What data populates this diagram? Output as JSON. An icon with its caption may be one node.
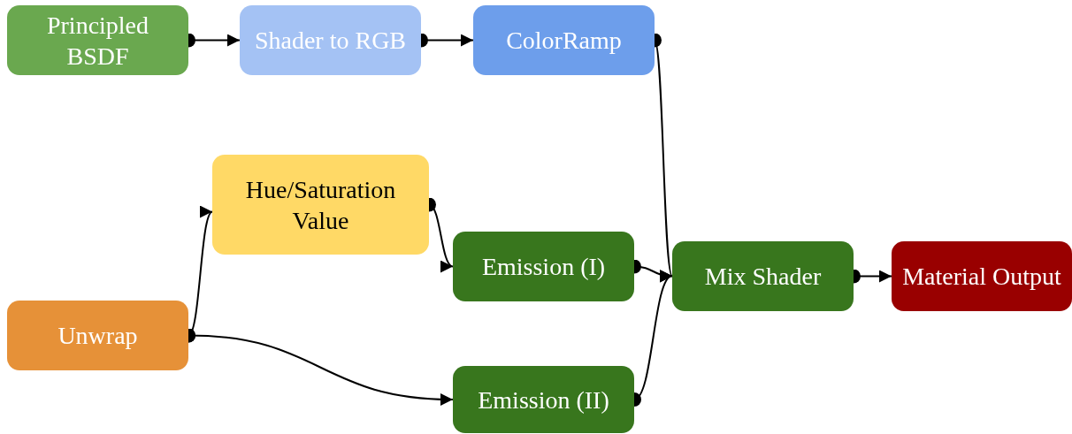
{
  "diagram": {
    "nodes": [
      {
        "text": [
          "Principled BSDF"
        ]
      },
      {
        "text": [
          "Shader to RGB"
        ]
      },
      {
        "text": [
          "ColorRamp"
        ]
      },
      {
        "text": [
          "Hue/Saturation Value"
        ]
      },
      {
        "text": [
          "Emission (I)"
        ]
      },
      {
        "text": [
          "Unwrap"
        ]
      },
      {
        "text": [
          "Mix Shader"
        ]
      },
      {
        "text": [
          "Material Output"
        ]
      },
      {
        "text": [
          "Emission (II)"
        ]
      }
    ],
    "edges": [
      {
        "from": 0,
        "to": 1,
        "arrow": "to"
      },
      {
        "from": 1,
        "to": 2,
        "arrow": "to"
      },
      {
        "from": 2,
        "to": 6,
        "arrow": "to"
      },
      {
        "from": 5,
        "to": 3,
        "arrow": "to"
      },
      {
        "from": 3,
        "to": 4,
        "arrow": "to"
      },
      {
        "from": 5,
        "to": 8,
        "arrow": "to"
      },
      {
        "from": 4,
        "to": 6,
        "arrow": "to"
      },
      {
        "from": 8,
        "to": 6,
        "arrow": "to"
      },
      {
        "from": 6,
        "to": 7,
        "arrow": "to"
      }
    ]
  }
}
